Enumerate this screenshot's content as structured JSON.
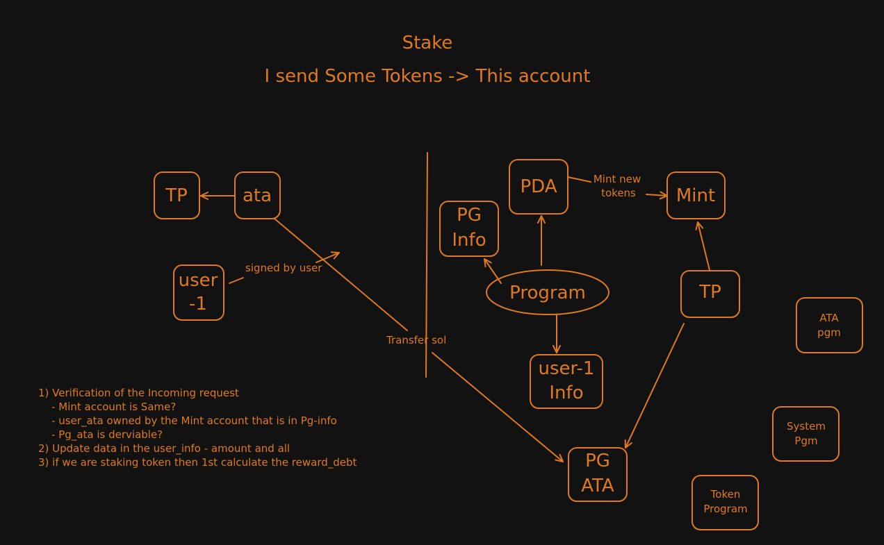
{
  "header": {
    "title": "Stake",
    "subtitle": "I send Some Tokens -> This account"
  },
  "nodes": {
    "tp_left": "TP",
    "ata": "ata",
    "user1": [
      "user",
      "-1"
    ],
    "pg_info": [
      "PG",
      "Info"
    ],
    "pda": "PDA",
    "mint": "Mint",
    "program": "Program",
    "tp_right": "TP",
    "user1_info": [
      "user-1",
      "Info"
    ],
    "pg_ata": [
      "PG",
      "ATA"
    ],
    "ata_pgm": [
      "ATA",
      "pgm"
    ],
    "system_pgm": [
      "System",
      "Pgm"
    ],
    "token_program": [
      "Token",
      "Program"
    ]
  },
  "edge_labels": {
    "signed_by_user": "signed by user",
    "transfer_sol": "Transfer sol",
    "mint_new_tokens": [
      "Mint new",
      "tokens"
    ]
  },
  "notes": [
    "1) Verification of the Incoming request",
    "    - Mint account is Same?",
    "    - user_ata owned by the Mint account that is in Pg-info",
    "    - Pg_ata is derviable?",
    "2) Update data in the user_info - amount and all",
    "3) if we are staking token then 1st calculate the reward_debt"
  ],
  "colors": {
    "background": "#121212",
    "ink": "#e07a1a"
  }
}
